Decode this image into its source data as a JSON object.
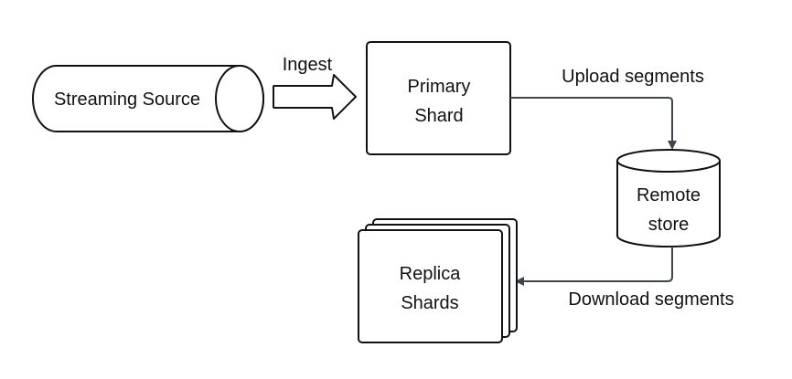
{
  "nodes": {
    "streaming_source": {
      "label": "Streaming Source"
    },
    "primary_shard": {
      "line1": "Primary",
      "line2": "Shard"
    },
    "remote_store": {
      "line1": "Remote",
      "line2": "store"
    },
    "replica_shards": {
      "line1": "Replica",
      "line2": "Shards"
    }
  },
  "edges": {
    "ingest": {
      "label": "Ingest"
    },
    "upload": {
      "label": "Upload segments"
    },
    "download": {
      "label": "Download segments"
    }
  },
  "colors": {
    "stroke": "#111111",
    "edge": "#3f4550",
    "fill": "#ffffff"
  }
}
